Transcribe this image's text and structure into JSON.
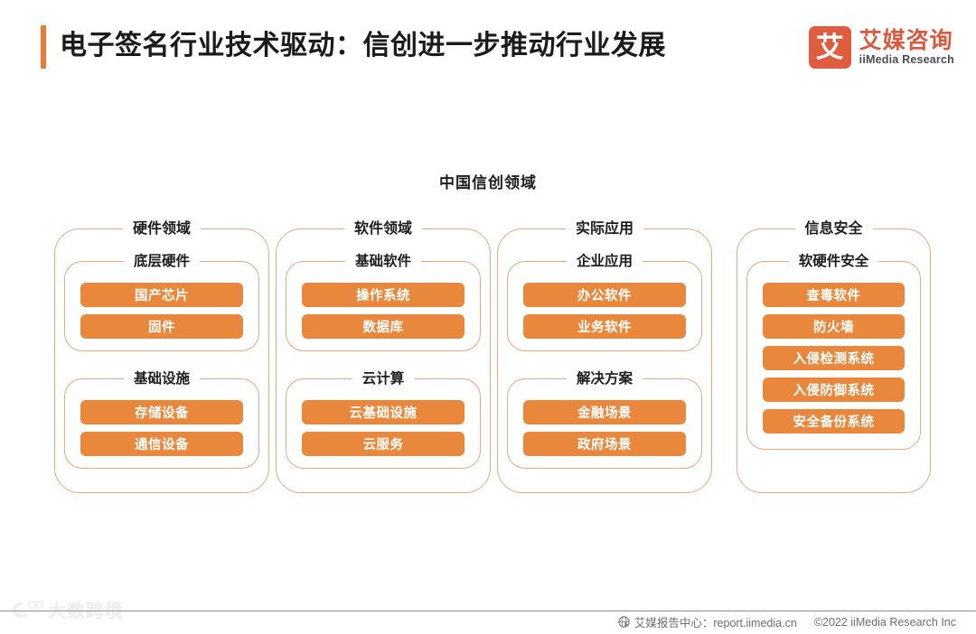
{
  "header": {
    "title": "电子签名行业技术驱动：信创进一步推动行业发展",
    "accent_color": "#ED7A37",
    "brand": {
      "mark_char": "艾",
      "mark_icon": "iimedia-logo-icon",
      "name_cn": "艾媒咨询",
      "name_en": "iiMedia Research",
      "mark_color": "#DE5D3E",
      "text_color": "#D9593C"
    }
  },
  "chart_data": {
    "type": "diagram",
    "title": "中国信创领域",
    "pill_color": "#E9883C",
    "border_color": "#E6A882",
    "columns": [
      {
        "label": "硬件领域",
        "groups": [
          {
            "label": "底层硬件",
            "items": [
              "国产芯片",
              "固件"
            ]
          },
          {
            "label": "基础设施",
            "items": [
              "存储设备",
              "通信设备"
            ]
          }
        ]
      },
      {
        "label": "软件领域",
        "groups": [
          {
            "label": "基础软件",
            "items": [
              "操作系统",
              "数据库"
            ]
          },
          {
            "label": "云计算",
            "items": [
              "云基础设施",
              "云服务"
            ]
          }
        ]
      },
      {
        "label": "实际应用",
        "groups": [
          {
            "label": "企业应用",
            "items": [
              "办公软件",
              "业务软件"
            ]
          },
          {
            "label": "解决方案",
            "items": [
              "金融场景",
              "政府场景"
            ]
          }
        ]
      },
      {
        "label": "信息安全",
        "groups": [
          {
            "label": "软硬件安全",
            "items": [
              "查毒软件",
              "防火墙",
              "入侵检测系统",
              "入侵防御系统",
              "安全备份系统"
            ]
          }
        ]
      }
    ]
  },
  "footer": {
    "globe_icon": "globe-icon",
    "report_center": "艾媒报告中心：report.iimedia.cn",
    "copyright": "©2022  iiMedia Research  Inc"
  },
  "watermark": {
    "logo_icon": "dashukuajing-logo-icon",
    "text": "大数跨境"
  }
}
